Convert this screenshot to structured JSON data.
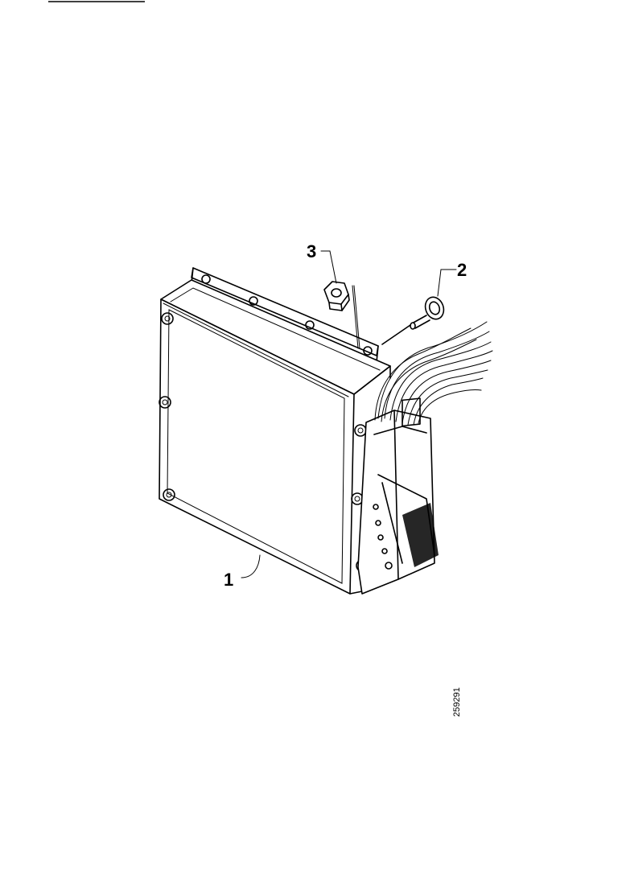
{
  "figure": {
    "reference_number": "259291",
    "callouts": [
      {
        "id": "1",
        "label": "1"
      },
      {
        "id": "2",
        "label": "2"
      },
      {
        "id": "3",
        "label": "3"
      }
    ]
  }
}
